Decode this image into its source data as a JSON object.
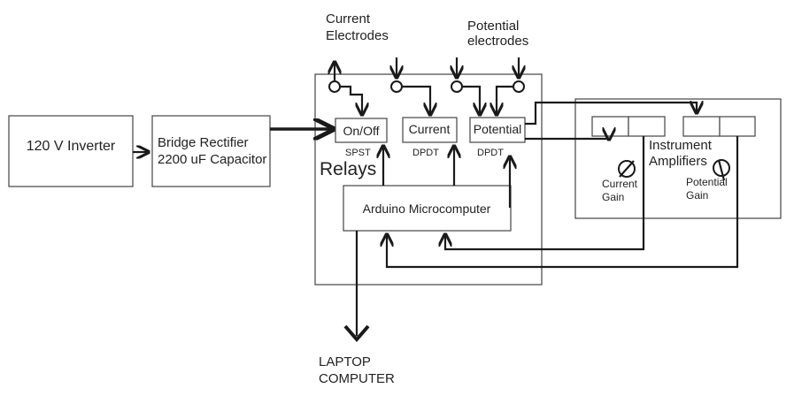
{
  "blocks": {
    "inverter": "120 V Inverter",
    "rectifier_line1": "Bridge Rectifier",
    "rectifier_line2": "2200 uF Capacitor",
    "relays_title": "Relays",
    "relay_onoff": "On/Off",
    "relay_current": "Current",
    "relay_potential": "Potential",
    "spst": "SPST",
    "dpdt_current": "DPDT",
    "dpdt_potential": "DPDT",
    "arduino": "Arduino Microcomputer",
    "amp_line1": "Instrument",
    "amp_line2": "Amplifiers",
    "current_gain_1": "Current",
    "current_gain_2": "Gain",
    "potential_gain_1": "Potential",
    "potential_gain_2": "Gain"
  },
  "electrodes": {
    "current_line1": "Current",
    "current_line2": "Electrodes",
    "potential_line1": "Potential",
    "potential_line2": "electrodes"
  },
  "output": {
    "laptop_line1": "LAPTOP",
    "laptop_line2": "COMPUTER"
  }
}
